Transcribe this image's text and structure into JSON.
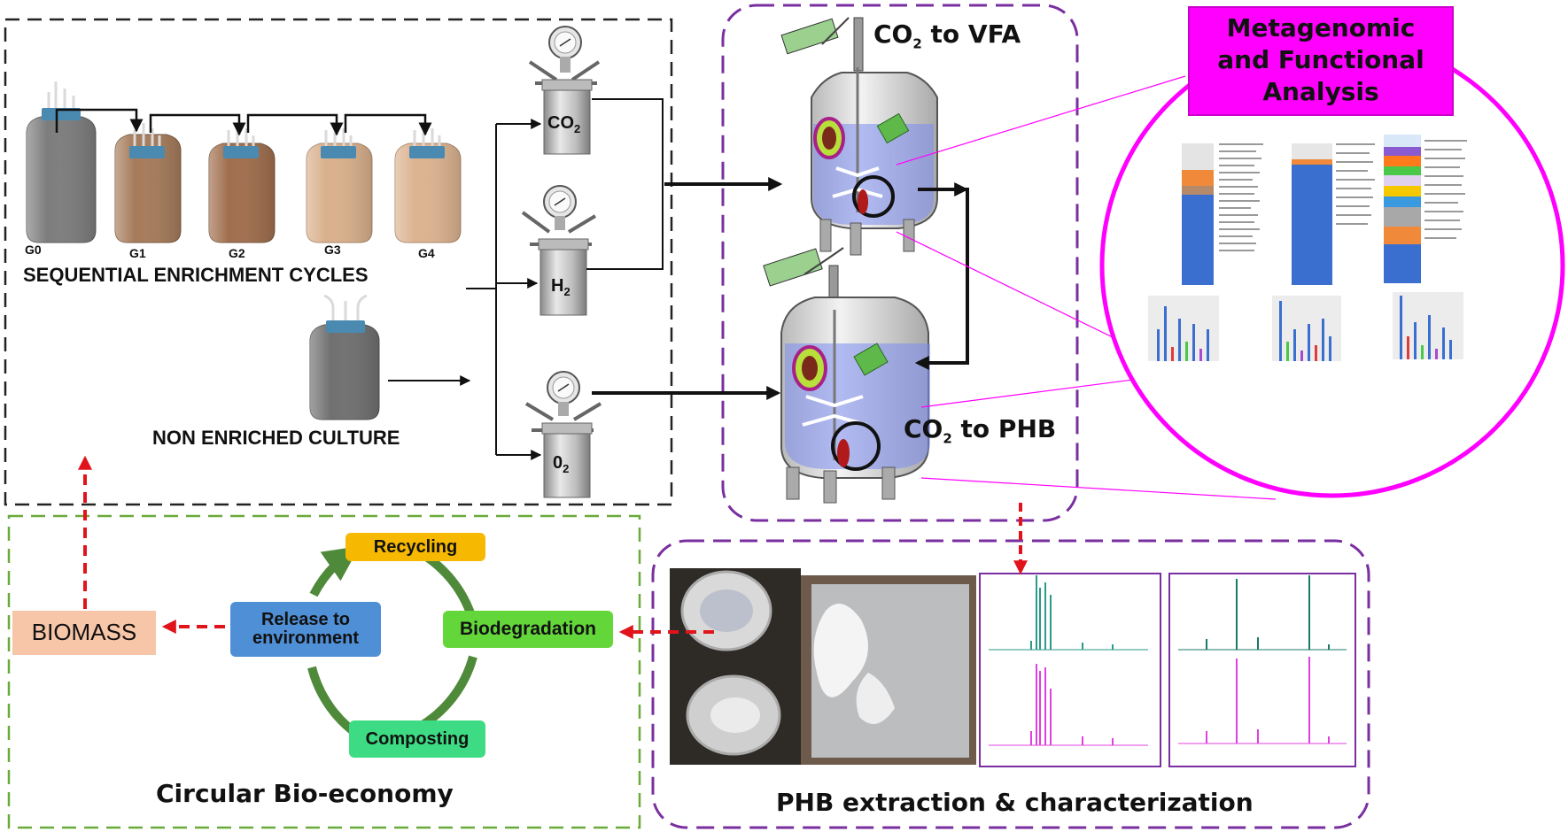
{
  "enrichment": {
    "generations": [
      "G0",
      "G1",
      "G2",
      "G3",
      "G4"
    ],
    "title": "SEQUENTIAL ENRICHMENT CYCLES",
    "non_enriched": "NON ENRICHED CULTURE"
  },
  "gases": [
    {
      "base": "CO",
      "sub": "2"
    },
    {
      "base": "H",
      "sub": "2"
    },
    {
      "base": "0",
      "sub": "2"
    }
  ],
  "reactors": {
    "vfa": {
      "base": "CO",
      "sub": "2",
      "rest": "to VFA"
    },
    "phb": {
      "base": "CO",
      "sub": "2",
      "rest": "to PHB"
    }
  },
  "metagenomic": {
    "title_line1": "Metagenomic",
    "title_line2": "and Functional",
    "title_line3": "Analysis"
  },
  "circular": {
    "title": "Circular Bio-economy",
    "biomass": "BIOMASS",
    "steps": {
      "recycling": "Recycling",
      "biodegradation": "Biodegradation",
      "composting": "Composting",
      "release_line1": "Release to",
      "release_line2": "environment"
    }
  },
  "phb_panel": {
    "title": "PHB extraction & characterization"
  },
  "colors": {
    "enrichment_border": "#222222",
    "reactor_border": "#7a2fa0",
    "circular_border": "#6aaa3a",
    "magenta": "#ff00ff",
    "red_arrow": "#e0141a",
    "recycling": "#f6b800",
    "biodegradation": "#63d63a",
    "composting": "#3ddc84",
    "release": "#4f8fd6",
    "biomass": "#f7c6a8",
    "cycle_ring": "#4f8a3a"
  }
}
